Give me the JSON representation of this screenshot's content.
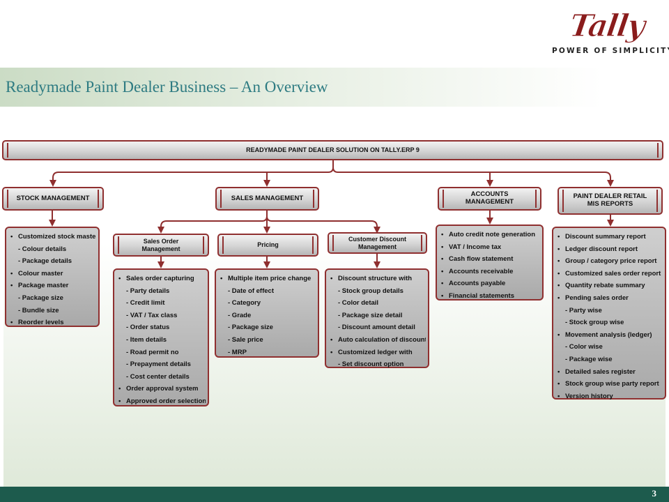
{
  "logo": {
    "wordmark": "Tally",
    "tagline": "POWER OF SIMPLICITY"
  },
  "title": "Readymade Paint Dealer Business – An  Overview",
  "page_number": "3",
  "root": "READYMADE PAINT DEALER SOLUTION ON TALLY.ERP 9",
  "headers": {
    "stock": "STOCK MANAGEMENT",
    "sales": "SALES MANAGEMENT",
    "accounts": "ACCOUNTS MANAGEMENT",
    "mis": "PAINT DEALER RETAIL MIS REPORTS",
    "sales_order": "Sales Order Management",
    "pricing": "Pricing",
    "customer_discount": "Customer Discount Management"
  },
  "lists": {
    "stock": [
      {
        "text": "Customized stock master",
        "level": 1
      },
      {
        "text": "- Colour details",
        "level": 2
      },
      {
        "text": "- Package details",
        "level": 2
      },
      {
        "text": "Colour master",
        "level": 1
      },
      {
        "text": "Package master",
        "level": 1
      },
      {
        "text": "- Package size",
        "level": 2
      },
      {
        "text": "- Bundle size",
        "level": 2
      },
      {
        "text": "Reorder levels",
        "level": 1
      }
    ],
    "sales_order": [
      {
        "text": "Sales order capturing",
        "level": 1
      },
      {
        "text": "- Party details",
        "level": 2
      },
      {
        "text": "- Credit limit",
        "level": 2
      },
      {
        "text": "- VAT / Tax class",
        "level": 2
      },
      {
        "text": "- Order status",
        "level": 2
      },
      {
        "text": "- Item details",
        "level": 2
      },
      {
        "text": "- Road permit no",
        "level": 2
      },
      {
        "text": "- Prepayment details",
        "level": 2
      },
      {
        "text": "- Cost center details",
        "level": 2
      },
      {
        "text": "Order approval system",
        "level": 1
      },
      {
        "text": "Approved order selection",
        "level": 1
      }
    ],
    "pricing": [
      {
        "text": "Multiple item price change",
        "level": 1
      },
      {
        "text": "- Date of effect",
        "level": 2
      },
      {
        "text": "- Category",
        "level": 2
      },
      {
        "text": "- Grade",
        "level": 2
      },
      {
        "text": "- Package size",
        "level": 2
      },
      {
        "text": "- Sale price",
        "level": 2
      },
      {
        "text": "- MRP",
        "level": 2
      }
    ],
    "customer_discount": [
      {
        "text": "Discount structure with",
        "level": 1
      },
      {
        "text": "- Stock group details",
        "level": 2
      },
      {
        "text": "- Color detail",
        "level": 2
      },
      {
        "text": "- Package size detail",
        "level": 2
      },
      {
        "text": "- Discount amount detail",
        "level": 2
      },
      {
        "text": "Auto calculation of discount",
        "level": 1
      },
      {
        "text": "Customized ledger with",
        "level": 1
      },
      {
        "text": "- Set discount option",
        "level": 2
      }
    ],
    "accounts": [
      {
        "text": "Auto credit note generation",
        "level": 1
      },
      {
        "text": "VAT / Income tax",
        "level": 1
      },
      {
        "text": "Cash flow statement",
        "level": 1
      },
      {
        "text": "Accounts receivable",
        "level": 1
      },
      {
        "text": "Accounts payable",
        "level": 1
      },
      {
        "text": "Financial statements",
        "level": 1
      }
    ],
    "mis": [
      {
        "text": "Discount summary report",
        "level": 1
      },
      {
        "text": "Ledger discount report",
        "level": 1
      },
      {
        "text": "Group / category price report",
        "level": 1
      },
      {
        "text": "Customized sales order report",
        "level": 1
      },
      {
        "text": "Quantity rebate summary",
        "level": 1
      },
      {
        "text": "Pending sales order",
        "level": 1
      },
      {
        "text": "- Party wise",
        "level": 2
      },
      {
        "text": "- Stock group wise",
        "level": 2
      },
      {
        "text": "Movement analysis (ledger)",
        "level": 1
      },
      {
        "text": "- Color wise",
        "level": 2
      },
      {
        "text": "- Package wise",
        "level": 2
      },
      {
        "text": "Detailed sales register",
        "level": 1
      },
      {
        "text": "Stock group wise party report",
        "level": 1
      },
      {
        "text": "Version history",
        "level": 1
      }
    ]
  },
  "colors": {
    "connector": "#8f2f2f",
    "title": "#2e7b82",
    "footer": "#1d5b4d",
    "logo": "#8a1c1c"
  }
}
